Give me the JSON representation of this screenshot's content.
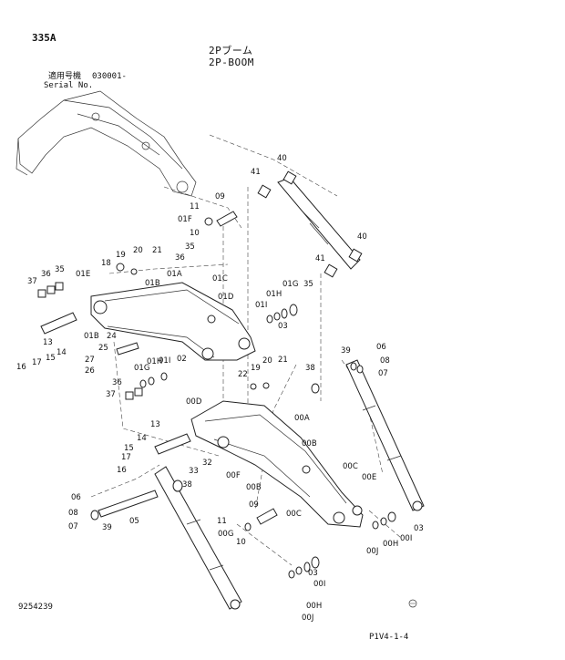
{
  "header": {
    "page_id": "335A",
    "title_jp": "2Pブーム",
    "title_en": "2P-BOOM",
    "serial_label_jp": "適用号機",
    "serial_label_en": "Serial No.",
    "serial_value": "030001-"
  },
  "footer": {
    "drawing_number": "9254239",
    "page_ref": "P1V4-1-4"
  },
  "callouts": [
    "40",
    "41",
    "09",
    "11",
    "01F",
    "10",
    "35",
    "36",
    "19",
    "20",
    "21",
    "18",
    "37",
    "36",
    "35",
    "01E",
    "01B",
    "01A",
    "01C",
    "01D",
    "01H",
    "01G",
    "35",
    "01I",
    "03",
    "01B",
    "13",
    "14",
    "15",
    "16",
    "17",
    "24",
    "25",
    "27",
    "26",
    "36",
    "37",
    "01G",
    "01H",
    "01I",
    "02",
    "41",
    "40",
    "39",
    "06",
    "08",
    "07",
    "38",
    "22",
    "19",
    "20",
    "21",
    "00D",
    "00A",
    "00B",
    "13",
    "14",
    "15",
    "16",
    "17",
    "32",
    "33",
    "38",
    "00F",
    "00B",
    "00C",
    "00E",
    "06",
    "08",
    "07",
    "39",
    "05",
    "09",
    "11",
    "00G",
    "10",
    "00C",
    "00J",
    "00H",
    "03",
    "00I",
    "00J",
    "00H",
    "00I",
    "03"
  ]
}
